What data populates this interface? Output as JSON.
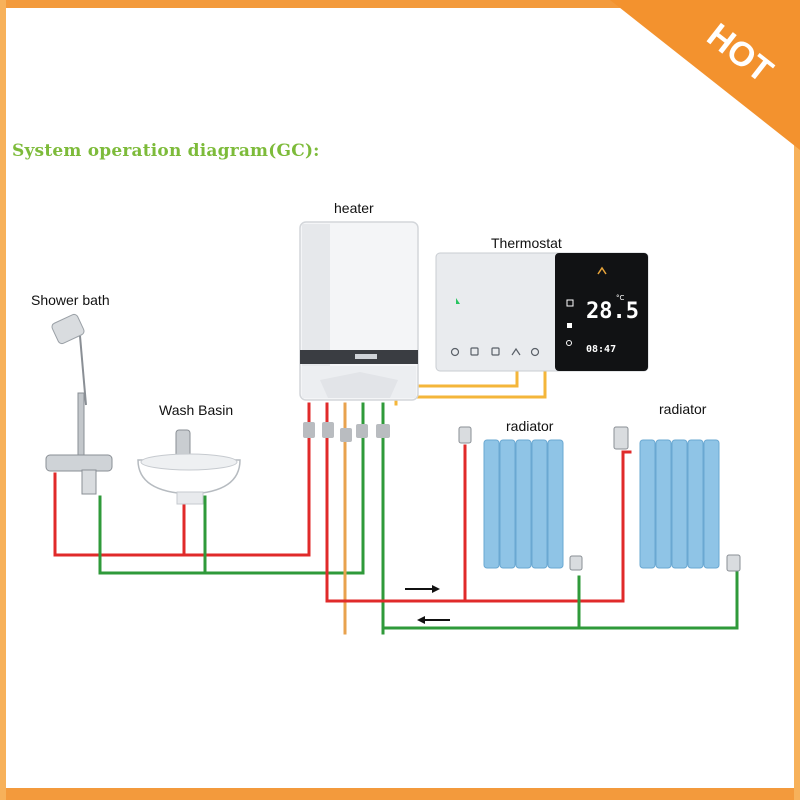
{
  "badge": {
    "text": "HOT",
    "color": "#f3922e"
  },
  "title": {
    "text": "System operation diagram(GC):",
    "color": "#7dbb3a"
  },
  "labels": {
    "heater": "heater",
    "thermostat": "Thermostat",
    "shower": "Shower bath",
    "basin": "Wash Basin",
    "radiator_1": "radiator",
    "radiator_2": "radiator"
  },
  "thermostat_display": {
    "temperature": "28.5",
    "unit": "°C",
    "clock": "08:47"
  },
  "colors": {
    "hot_pipe": "#e02a2a",
    "return_pipe": "#2f9a3a",
    "control_wire": "#f4b63a",
    "gas_pipe": "#e8a24e",
    "radiator": "#8fc4e6"
  }
}
